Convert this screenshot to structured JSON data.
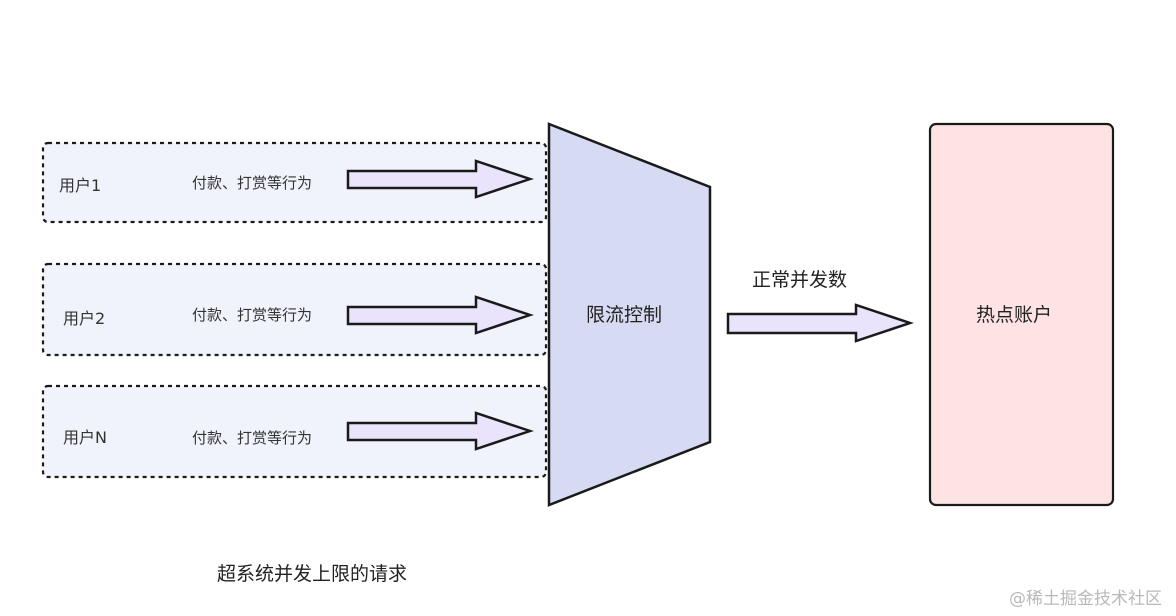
{
  "users": [
    {
      "label": "用户1",
      "action": "付款、打赏等行为"
    },
    {
      "label": "用户2",
      "action": "付款、打赏等行为"
    },
    {
      "label": "用户N",
      "action": "付款、打赏等行为"
    }
  ],
  "limiter": {
    "label": "限流控制"
  },
  "flow": {
    "label": "正常并发数"
  },
  "account": {
    "label": "热点账户"
  },
  "caption": "超系统并发上限的请求",
  "watermark": "@稀土掘金技术社区",
  "colors": {
    "user_box_fill": "#f1f3fc",
    "arrow_fill": "#e9e4fc",
    "limiter_fill": "#d6daf2",
    "account_fill": "#fde3e3",
    "stroke": "#1a1a1a"
  }
}
